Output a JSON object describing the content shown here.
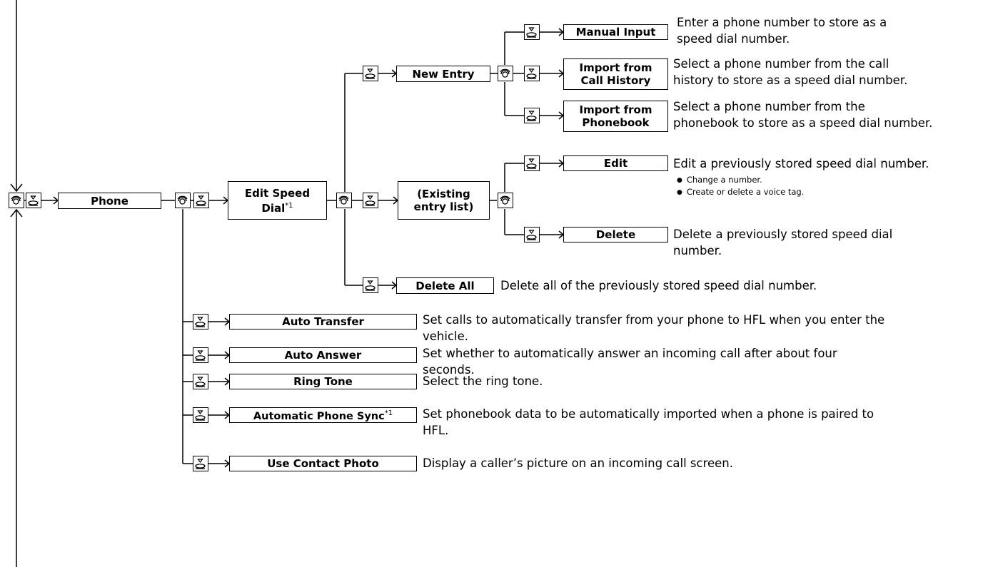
{
  "menu": {
    "phone": "Phone",
    "edit_speed_dial": {
      "line1": "Edit Speed",
      "line2": "Dial",
      "note": "*1"
    },
    "new_entry": "New Entry",
    "existing_list": {
      "line1": "(Existing",
      "line2": "entry list)"
    },
    "delete_all": "Delete All",
    "manual_input": "Manual Input",
    "import_call_history": {
      "line1": "Import from",
      "line2": "Call History"
    },
    "import_phonebook": {
      "line1": "Import from",
      "line2": "Phonebook"
    },
    "edit": "Edit",
    "delete": "Delete",
    "auto_transfer": "Auto Transfer",
    "auto_answer": "Auto Answer",
    "ring_tone": "Ring Tone",
    "auto_phone_sync": {
      "label": "Automatic Phone Sync",
      "note": "*1"
    },
    "use_contact_photo": "Use Contact Photo"
  },
  "descriptions": {
    "manual_input": {
      "line1": "Enter a phone number to store as a",
      "line2": "speed dial number."
    },
    "import_call_history": {
      "line1": "Select a phone number from the call",
      "line2": "history to store as a speed dial number."
    },
    "import_phonebook": {
      "line1": "Select a phone number from the",
      "line2": "phonebook to store as a speed dial number."
    },
    "edit": {
      "line1": "Edit a previously stored speed dial number.",
      "bullets": [
        "Change a number.",
        "Create or delete a voice tag."
      ]
    },
    "delete": {
      "line1": "Delete a previously stored speed dial",
      "line2": "number."
    },
    "delete_all": "Delete all of the previously stored speed dial number.",
    "auto_transfer": {
      "line1": "Set calls to automatically transfer from your phone to HFL when you enter the",
      "line2": "vehicle."
    },
    "auto_answer": {
      "line1": "Set whether to automatically answer an incoming call after about four",
      "line2": "seconds."
    },
    "ring_tone": "Select the ring tone.",
    "auto_phone_sync": {
      "line1": "Set phonebook data to be automatically imported when a phone is paired to",
      "line2": "HFL."
    },
    "use_contact_photo": "Display a caller’s picture on an incoming call screen."
  }
}
